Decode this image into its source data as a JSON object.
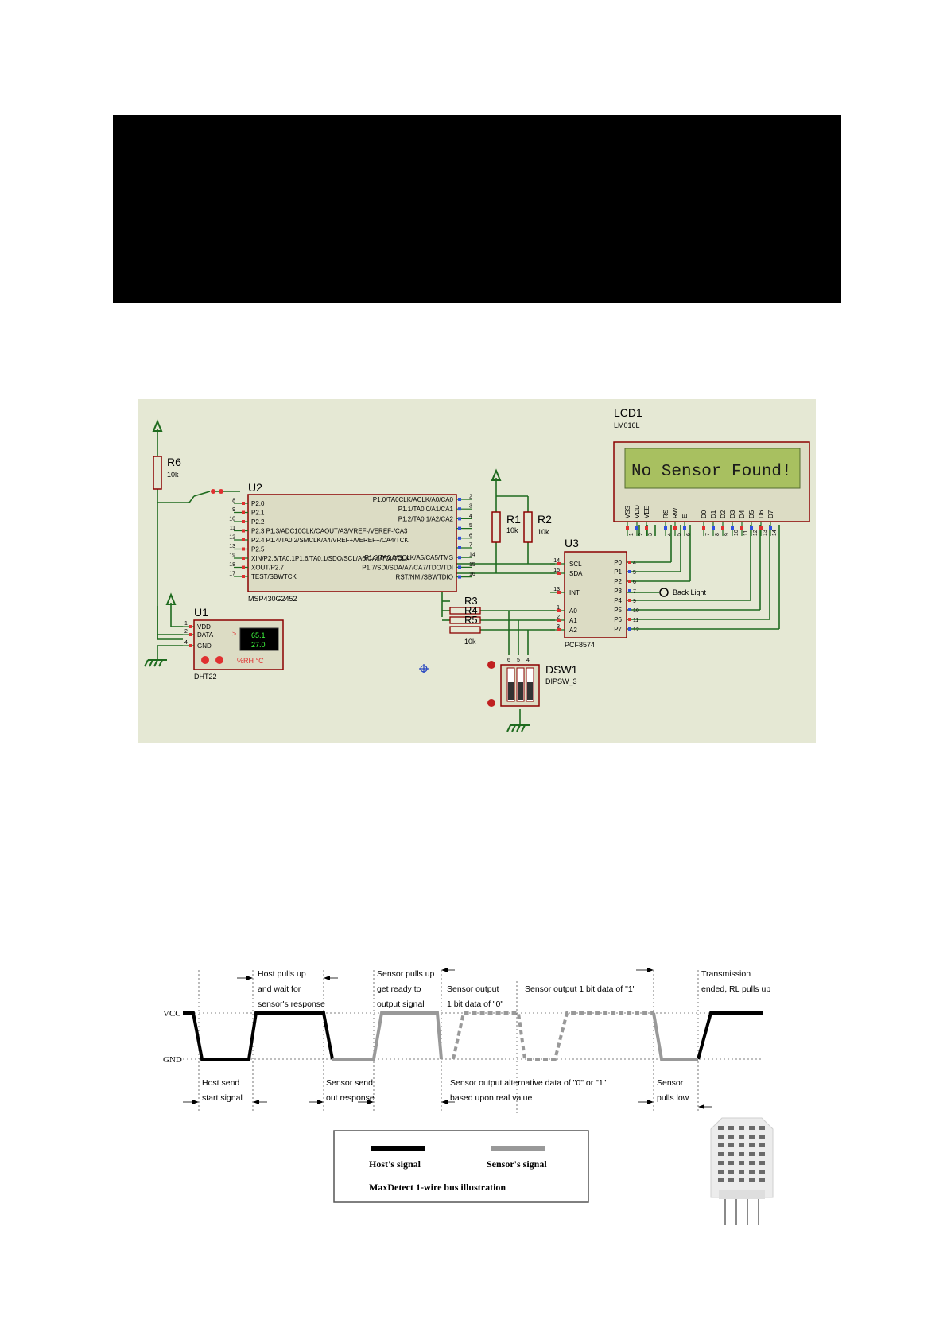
{
  "schematic": {
    "colors": {
      "background": "#e5e8d4",
      "wire": "#1f6b1f",
      "outline": "#8b0000",
      "ic_fill": "#dcdcc4",
      "lcd_screen": "#a8c060",
      "pin_red": "#e03030",
      "pin_blue": "#3050e0"
    },
    "lcd": {
      "ref": "LCD1",
      "part": "LM016L",
      "message": "No Sensor Found!",
      "pins": [
        "VSS",
        "VDD",
        "VEE",
        "RS",
        "RW",
        "E",
        "D0",
        "D1",
        "D2",
        "D3",
        "D4",
        "D5",
        "D6",
        "D7"
      ],
      "pin_numbers": [
        "1",
        "2",
        "3",
        "4",
        "5",
        "6",
        "7",
        "8",
        "9",
        "10",
        "11",
        "12",
        "13",
        "14"
      ]
    },
    "r6": {
      "ref": "R6",
      "value": "10k"
    },
    "r1": {
      "ref": "R1",
      "value": "10k"
    },
    "r2": {
      "ref": "R2",
      "value": "10k"
    },
    "r345": {
      "refs": [
        "R3",
        "R4",
        "R5"
      ],
      "value": "10k"
    },
    "mcu": {
      "ref": "U2",
      "part": "MSP430G2452",
      "left_pins": [
        {
          "num": "8",
          "name": "P2.0"
        },
        {
          "num": "9",
          "name": "P2.1"
        },
        {
          "num": "10",
          "name": "P2.2"
        },
        {
          "num": "11",
          "name": "P2.3 P1.3/ADC10CLK/CAOUT/A3/VREF-/VEREF-/CA3"
        },
        {
          "num": "12",
          "name": "P2.4 P1.4/TA0.2/SMCLK/A4/VREF+/VEREF+/CA4/TCK"
        },
        {
          "num": "13",
          "name": "P2.5"
        },
        {
          "num": "19",
          "name": "XIN/P2.6/TA0.1P1.6/TA0.1/SDO/SCL/A6/CA6/TDI/TCLK"
        },
        {
          "num": "18",
          "name": "XOUT/P2.7"
        },
        {
          "num": "17",
          "name": "TEST/SBWTCK"
        }
      ],
      "right_pins": [
        {
          "num": "2",
          "name": "P1.0/TA0CLK/ACLK/A0/CA0"
        },
        {
          "num": "3",
          "name": "P1.1/TA0.0/A1/CA1"
        },
        {
          "num": "4",
          "name": "P1.2/TA0.1/A2/CA2"
        },
        {
          "num": "5",
          "name": ""
        },
        {
          "num": "6",
          "name": ""
        },
        {
          "num": "7",
          "name": ""
        },
        {
          "num": "14",
          "name": "P1.5/TA0.0/SCLK/A5/CA5/TMS"
        },
        {
          "num": "15",
          "name": "P1.7/SDI/SDA/A7/CA7/TDO/TDI"
        },
        {
          "num": "16",
          "name": "RST/NMI/SBWTDIO"
        }
      ]
    },
    "expander": {
      "ref": "U3",
      "part": "PCF8574",
      "left_pins": [
        {
          "num": "14",
          "name": "SCL"
        },
        {
          "num": "15",
          "name": "SDA"
        },
        {
          "num": "13",
          "name": "INT"
        },
        {
          "num": "1",
          "name": "A0"
        },
        {
          "num": "2",
          "name": "A1"
        },
        {
          "num": "3",
          "name": "A2"
        }
      ],
      "right_pins": [
        {
          "num": "4",
          "name": "P0"
        },
        {
          "num": "5",
          "name": "P1"
        },
        {
          "num": "6",
          "name": "P2"
        },
        {
          "num": "7",
          "name": "P3"
        },
        {
          "num": "9",
          "name": "P4"
        },
        {
          "num": "10",
          "name": "P5"
        },
        {
          "num": "11",
          "name": "P6"
        },
        {
          "num": "12",
          "name": "P7"
        }
      ],
      "backlight_label": "Back Light"
    },
    "sensor": {
      "ref": "U1",
      "part": "DHT22",
      "pins": [
        {
          "num": "1",
          "name": "VDD"
        },
        {
          "num": "2",
          "name": "DATA"
        },
        {
          "num": "4",
          "name": "GND"
        }
      ],
      "humidity": "65.1",
      "temperature": "27.0",
      "units": "%RH  °C",
      "arrow": ">"
    },
    "dipswitch": {
      "ref": "DSW1",
      "part": "DIPSW_3",
      "pin_numbers": [
        "6",
        "5",
        "4"
      ]
    }
  },
  "timing": {
    "colors": {
      "host": "#000000",
      "sensor": "#999999",
      "guide": "#555555"
    },
    "vcc_label": "VCC",
    "gnd_label": "GND",
    "top_annotations": [
      [
        "Host pulls up",
        "and wait for",
        "sensor's response"
      ],
      [
        "Sensor pulls up",
        "get ready to",
        "output signal"
      ],
      [
        "Sensor output",
        "1 bit data of \"0\""
      ],
      [
        "Sensor output 1 bit data of \"1\""
      ],
      [
        "Transmission",
        "ended, RL pulls up"
      ]
    ],
    "bottom_annotations": [
      [
        "Host send",
        "start signal"
      ],
      [
        "Sensor send",
        "out response"
      ],
      [
        "Sensor output alternative data of \"0\" or \"1\"",
        "based upon real value"
      ],
      [
        "Sensor",
        "pulls low"
      ]
    ],
    "legend": {
      "host_label": "Host's signal",
      "sensor_label": "Sensor's signal",
      "caption": "MaxDetect 1-wire bus illustration"
    }
  },
  "sensor_module_icon": "dht22-sensor-module-icon"
}
